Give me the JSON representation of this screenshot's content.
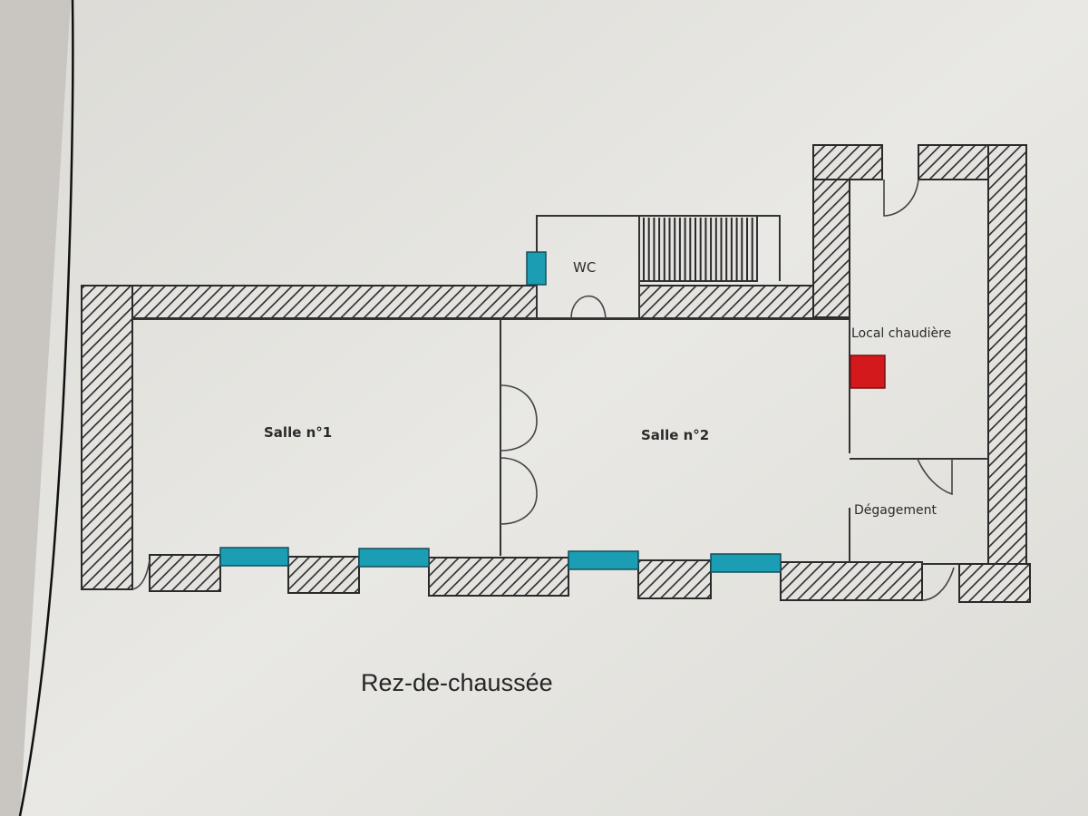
{
  "plan": {
    "caption": "Rez-de-chaussée",
    "rooms": {
      "salle1": "Salle n°1",
      "salle2": "Salle n°2",
      "wc": "WC",
      "local": "Local chaudière",
      "degagement": "Dégagement"
    },
    "colors": {
      "paper": "#e8e7e3",
      "wall_hatch": "#2a2a2a",
      "window": "#1b9db3",
      "boiler": "#d3191c"
    },
    "icons": {
      "boiler": "boiler-marker-icon",
      "window": "window-icon",
      "door": "door-swing-icon",
      "stairs": "stairs-icon"
    }
  }
}
